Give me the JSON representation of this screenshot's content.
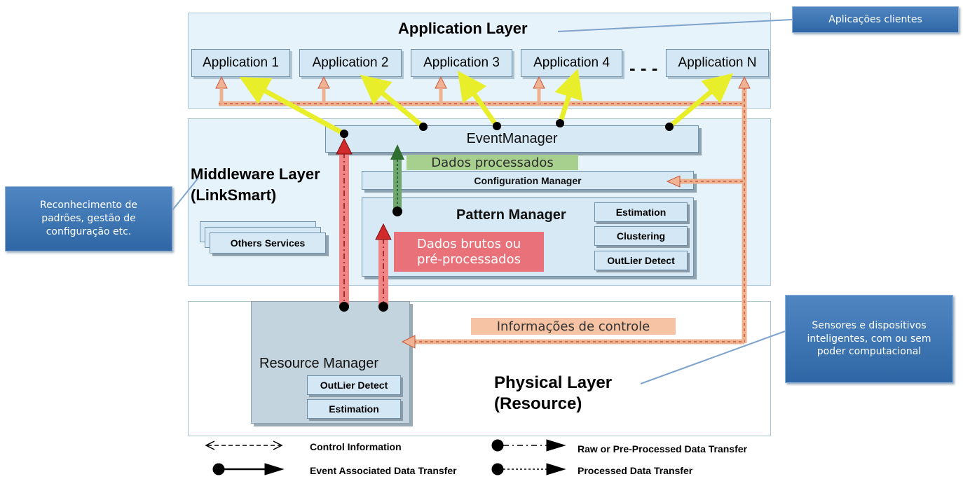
{
  "layers": {
    "application": "Application Layer",
    "middleware_line1": "Middleware Layer",
    "middleware_line2": "(LinkSmart)",
    "physical_line1": "Physical Layer",
    "physical_line2": "(Resource)"
  },
  "applications": [
    "Application 1",
    "Application 2",
    "Application 3",
    "Application 4",
    "Application N"
  ],
  "ellipsis": "- - -",
  "middleware": {
    "event_manager": "EventManager",
    "configuration_manager": "Configuration Manager",
    "pattern_manager": "Pattern Manager",
    "pattern_items": [
      "Estimation",
      "Clustering",
      "OutLier Detect"
    ],
    "others_services": "Others Services"
  },
  "physical": {
    "resource_manager": "Resource Manager",
    "resource_items": [
      "OutLier Detect",
      "Estimation"
    ]
  },
  "annotations": {
    "processed": "Dados processados",
    "raw_line1": "Dados brutos ou",
    "raw_line2": "pré-processados",
    "control": "Informações de controle"
  },
  "callouts": {
    "clients": "Aplicações clientes",
    "patterns": "Reconhecimento de padrões, gestão de configuração etc.",
    "sensors": "Sensores e dispositivos inteligentes, com ou sem poder computacional"
  },
  "legend": {
    "control_info": "Control Information",
    "event_transfer": "Event Associated Data Transfer",
    "raw_transfer": "Raw or Pre-Processed Data Transfer",
    "processed_transfer": "Processed Data Transfer"
  },
  "colors": {
    "yellow_arrow": "#e8ee2a",
    "red_arrow": "#e0474c",
    "green_arrow": "#3b7a3e",
    "orange_arrow": "#e9a17a",
    "callout_blue": "#3c74b4"
  }
}
